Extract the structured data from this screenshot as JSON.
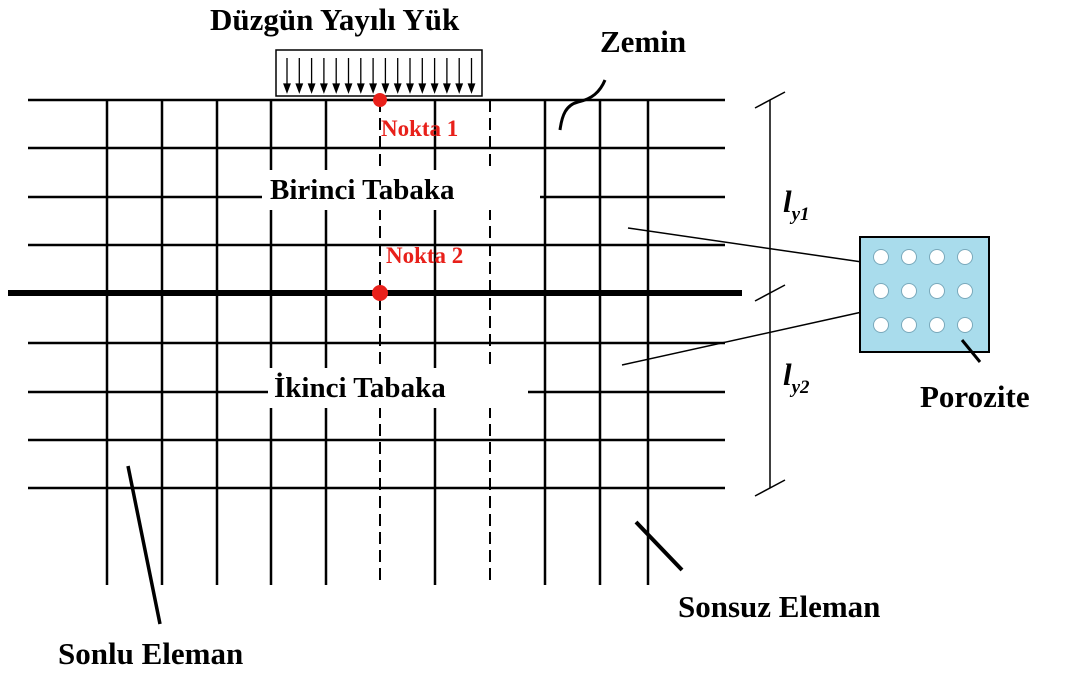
{
  "labels": {
    "load": "Düzgün Yayılı Yük",
    "ground": "Zemin",
    "point1": "Nokta 1",
    "point2": "Nokta 2",
    "layer1": "Birinci Tabaka",
    "layer2": "İkinci Tabaka",
    "finite_element": "Sonlu Eleman",
    "infinite_element": "Sonsuz Eleman",
    "porosity": "Porozite",
    "ly1_main": "l",
    "ly1_sub": "y1",
    "ly2_main": "l",
    "ly2_sub": "y2"
  },
  "colors": {
    "line": "#000000",
    "point": "#e8201a",
    "point_text": "#e8201a",
    "porosity_fill": "#a9dcec",
    "pore": "#ffffff"
  }
}
